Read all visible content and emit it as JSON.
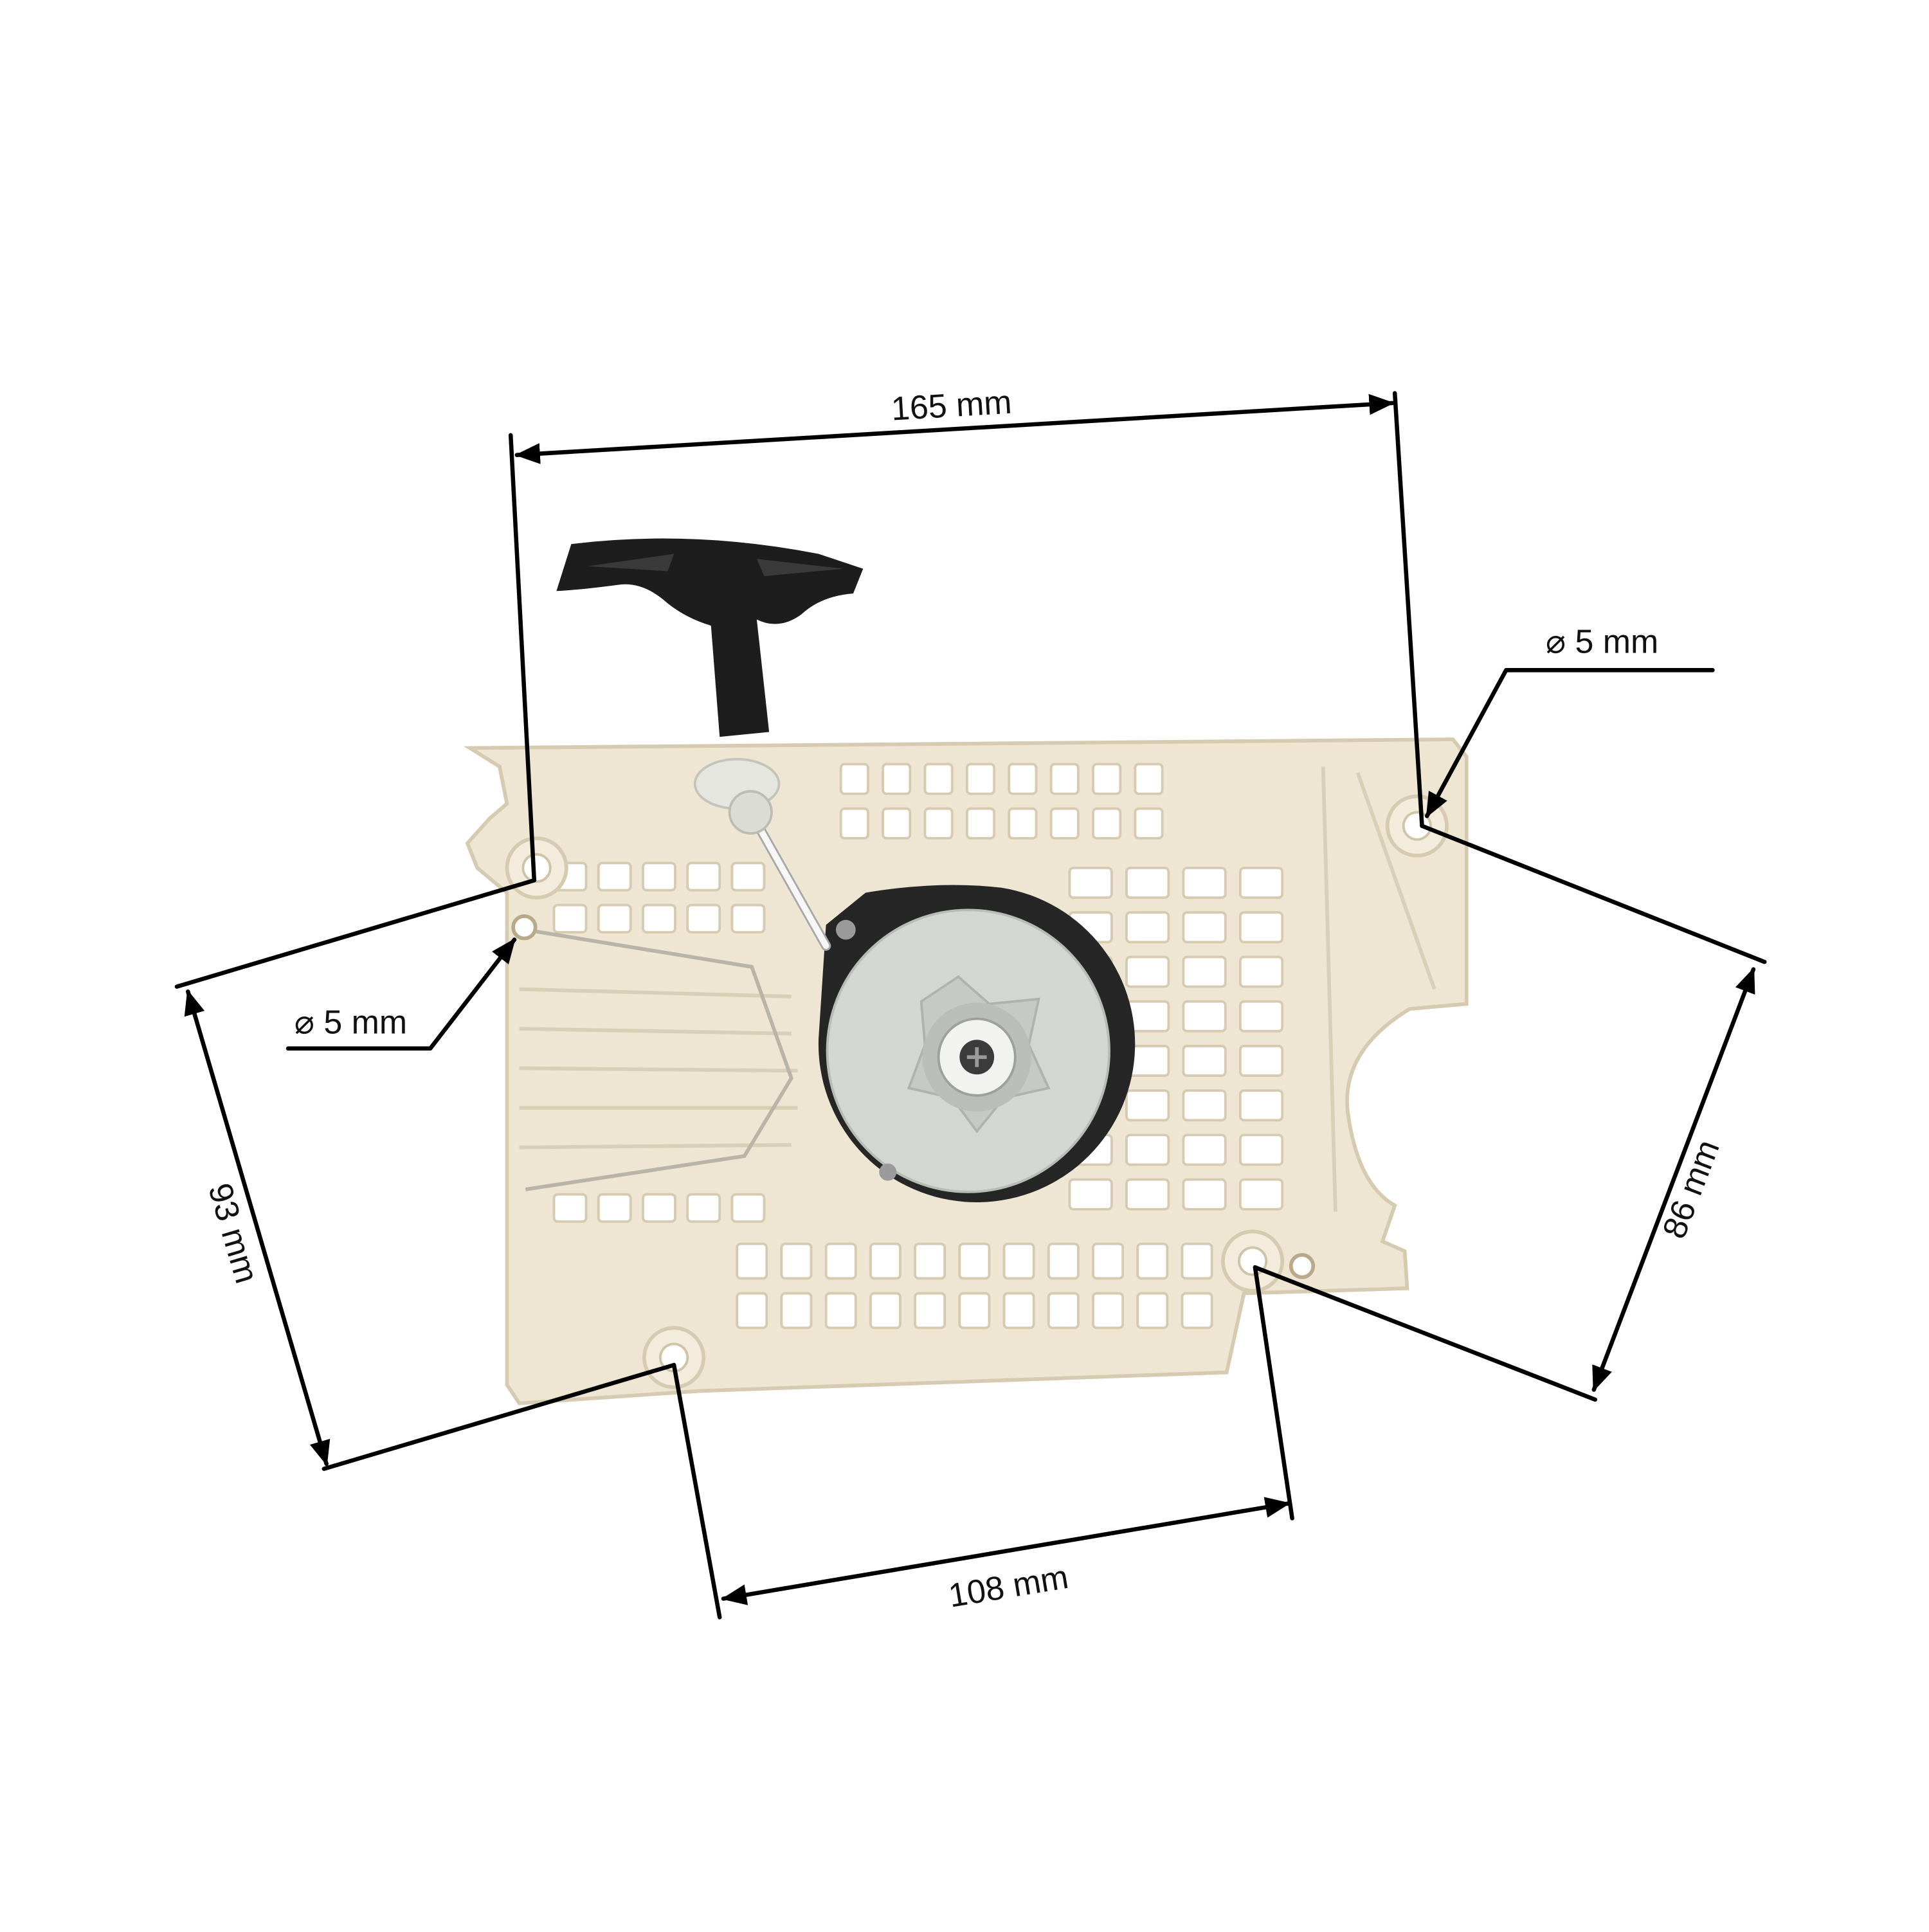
{
  "colors": {
    "background": "#ffffff",
    "housing": "#eee6d3",
    "housing_edge": "#d6cab0",
    "handle": "#1d1d1d",
    "pulley": "#d3d7d2",
    "pulley_back": "#262626",
    "annotation": "#000000"
  },
  "dimensions": {
    "overall_width": "165 mm",
    "left_height": "93 mm",
    "bottom_hole_spacing": "108 mm",
    "right_height": "86 mm",
    "hole_top_right": "⌀ 5 mm",
    "hole_left": "⌀ 5 mm"
  }
}
